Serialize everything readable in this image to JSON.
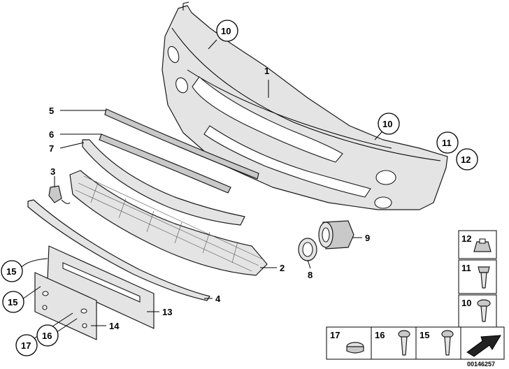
{
  "labels": {
    "p1": "1",
    "p2": "2",
    "p3": "3",
    "p4": "4",
    "p5": "5",
    "p6": "6",
    "p7": "7",
    "p8": "8",
    "p9": "9",
    "p10a": "10",
    "p10b": "10",
    "p11": "11",
    "p12": "12",
    "p13": "13",
    "p14": "14",
    "p15a": "15",
    "p15b": "15",
    "p16": "16",
    "p17": "17"
  },
  "legend": {
    "r12": "12",
    "r11": "11",
    "r10": "10",
    "b17": "17",
    "b16": "16",
    "b15": "15"
  },
  "image_number": "00146257"
}
